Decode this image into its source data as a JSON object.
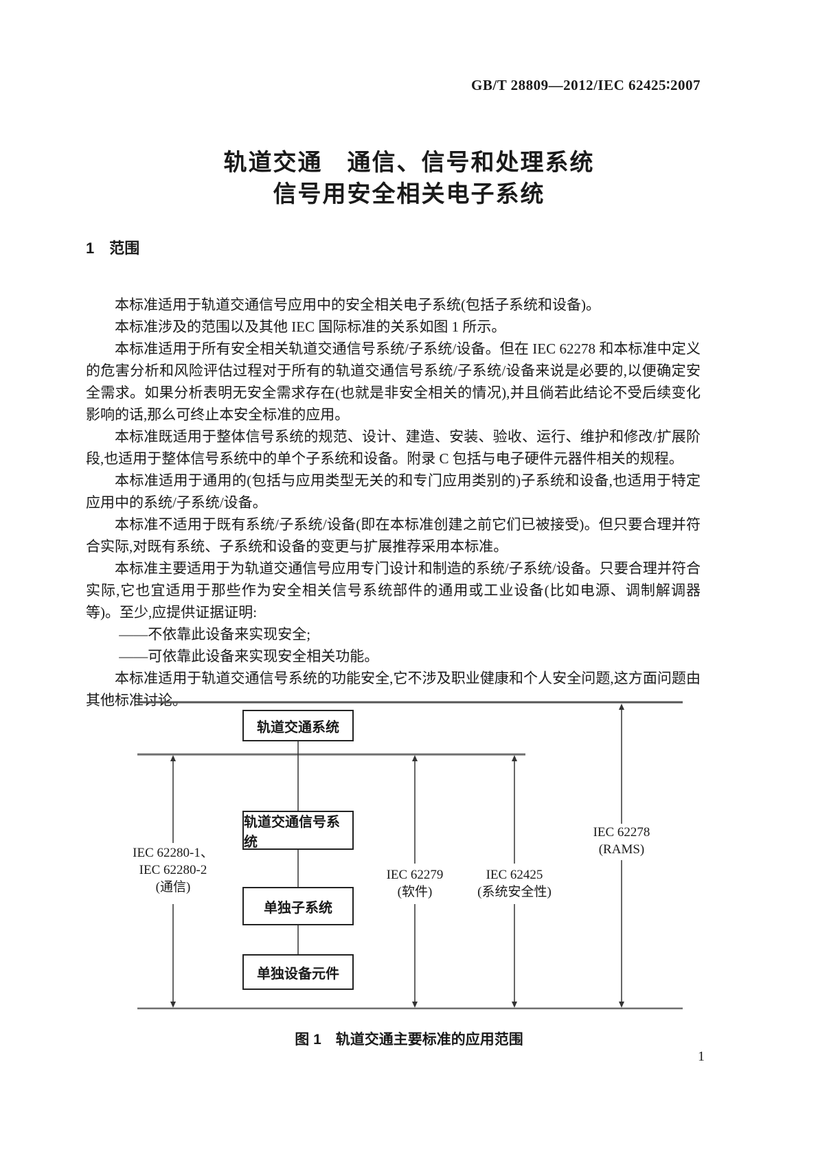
{
  "page": {
    "header": "GB/T 28809—2012/IEC 62425∶2007",
    "page_number": "1"
  },
  "title": {
    "line1": "轨道交通　通信、信号和处理系统",
    "line2": "信号用安全相关电子系统"
  },
  "section": {
    "number": "1",
    "heading": "范围"
  },
  "paragraphs": [
    "本标准适用于轨道交通信号应用中的安全相关电子系统(包括子系统和设备)。",
    "本标准涉及的范围以及其他 IEC 国际标准的关系如图 1 所示。",
    "本标准适用于所有安全相关轨道交通信号系统/子系统/设备。但在 IEC 62278 和本标准中定义的危害分析和风险评估过程对于所有的轨道交通信号系统/子系统/设备来说是必要的,以便确定安全需求。如果分析表明无安全需求存在(也就是非安全相关的情况),并且倘若此结论不受后续变化影响的话,那么可终止本安全标准的应用。",
    "本标准既适用于整体信号系统的规范、设计、建造、安装、验收、运行、维护和修改/扩展阶段,也适用于整体信号系统中的单个子系统和设备。附录 C 包括与电子硬件元器件相关的规程。",
    "本标准适用于通用的(包括与应用类型无关的和专门应用类别的)子系统和设备,也适用于特定应用中的系统/子系统/设备。",
    "本标准不适用于既有系统/子系统/设备(即在本标准创建之前它们已被接受)。但只要合理并符合实际,对既有系统、子系统和设备的变更与扩展推荐采用本标准。",
    "本标准主要适用于为轨道交通信号应用专门设计和制造的系统/子系统/设备。只要合理并符合实际,它也宜适用于那些作为安全相关信号系统部件的通用或工业设备(比如电源、调制解调器等)。至少,应提供证据证明:",
    "本标准适用于轨道交通信号系统的功能安全,它不涉及职业健康和个人安全问题,这方面问题由其他标准讨论。"
  ],
  "list_items": [
    "——不依靠此设备来实现安全;",
    "——可依靠此设备来实现安全相关功能。"
  ],
  "figure": {
    "boxes": [
      "轨道交通系统",
      "轨道交通信号系统",
      "单独子系统",
      "单独设备元件"
    ],
    "labels": {
      "comm_line1": "IEC 62280-1、",
      "comm_line2": "IEC 62280-2",
      "comm_line3": "(通信)",
      "software_line1": "IEC 62279",
      "software_line2": "(软件)",
      "safety_line1": "IEC 62425",
      "safety_line2": "(系统安全性)",
      "rams_line1": "IEC 62278",
      "rams_line2": "(RAMS)"
    },
    "caption": "图 1　轨道交通主要标准的应用范围"
  },
  "colors": {
    "text": "#1a1a1a",
    "bus_line": "#6e6e6e",
    "arrow_line": "#333333",
    "box_border": "#222222"
  }
}
